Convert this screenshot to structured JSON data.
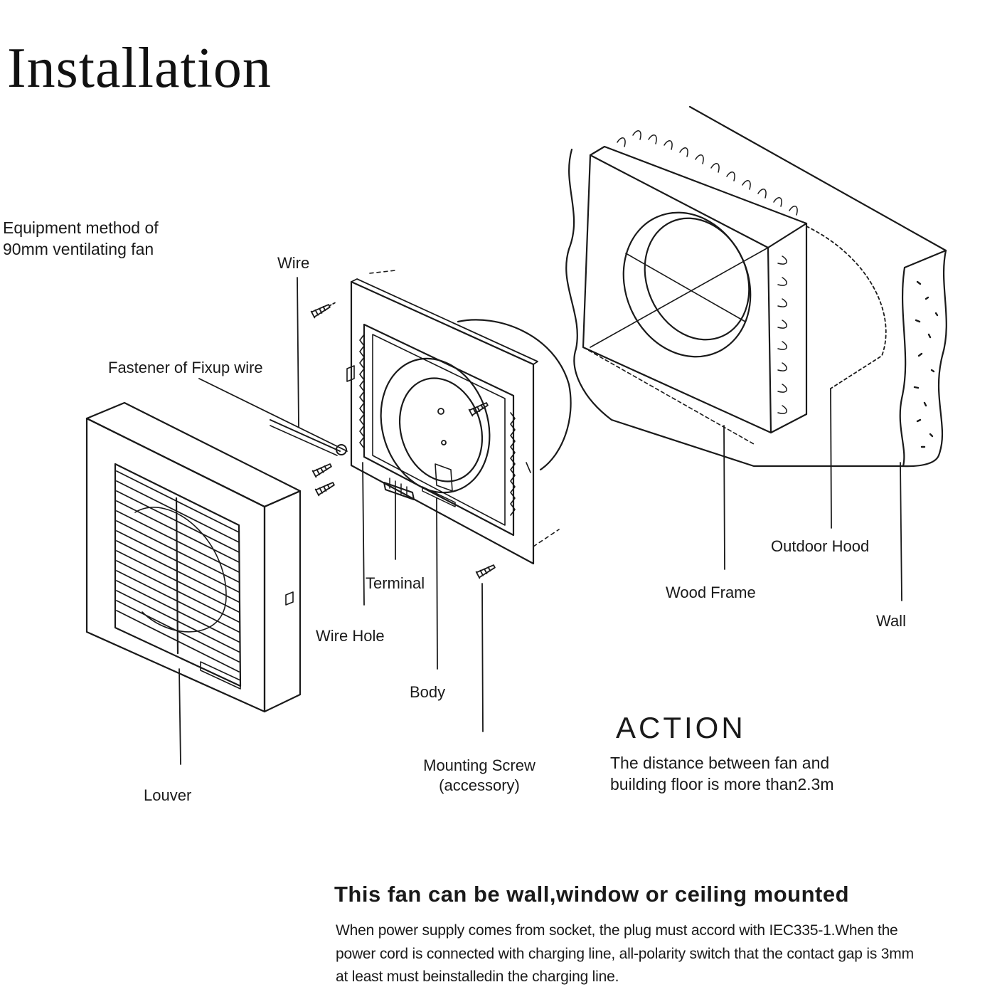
{
  "title": "Installation",
  "subtitle_lines": [
    "Equipment method of",
    "90mm ventilating fan"
  ],
  "labels": {
    "wire": "Wire",
    "fastener": "Fastener of Fixup wire",
    "terminal": "Terminal",
    "wire_hole": "Wire Hole",
    "body": "Body",
    "mounting_screw_line1": "Mounting Screw",
    "mounting_screw_line2": "(accessory)",
    "louver": "Louver",
    "wood_frame": "Wood Frame",
    "outdoor_hood": "Outdoor Hood",
    "wall": "Wall"
  },
  "action": {
    "heading": "ACTION",
    "text_lines": [
      "The distance between fan and",
      "building floor is more than2.3m"
    ]
  },
  "mounting_note": {
    "heading": "This fan can be wall,window or ceiling mounted",
    "text_lines": [
      "When power supply comes from socket, the plug must accord with IEC335-1.When the",
      "power cord is connected with charging line, all-polarity switch that the contact gap is 3mm",
      "at  least must beinstalledin the charging line."
    ]
  },
  "colors": {
    "ink": "#1a1a1a",
    "background": "#ffffff"
  }
}
